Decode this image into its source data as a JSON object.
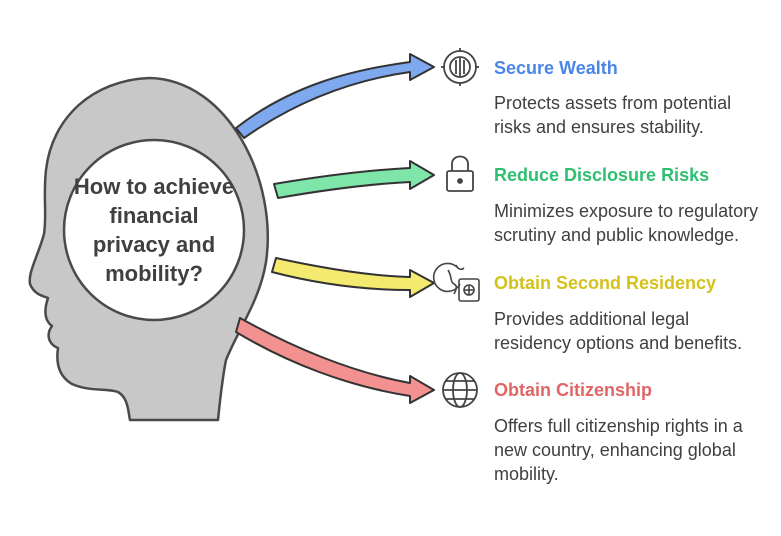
{
  "question": "How to achieve financial privacy and mobility?",
  "items": [
    {
      "title": "Secure Wealth",
      "description": "Protects assets from potential risks and ensures stability.",
      "color": "#4a86e8",
      "arrow_color": "#7ea9ef",
      "icon": "safe-dial-icon"
    },
    {
      "title": "Reduce Disclosure Risks",
      "description": "Minimizes exposure to regulatory scrutiny and public knowledge.",
      "color": "#2fbf71",
      "arrow_color": "#7ee6a8",
      "icon": "padlock-icon"
    },
    {
      "title": "Obtain Second Residency",
      "description": "Provides additional legal residency options and benefits.",
      "color": "#d4c21a",
      "arrow_color": "#f3ea6f",
      "icon": "passport-globe-icon"
    },
    {
      "title": "Obtain Citizenship",
      "description": "Offers full citizenship rights in a new country, enhancing global mobility.",
      "color": "#e06666",
      "arrow_color": "#f2918f",
      "icon": "globe-icon"
    }
  ]
}
